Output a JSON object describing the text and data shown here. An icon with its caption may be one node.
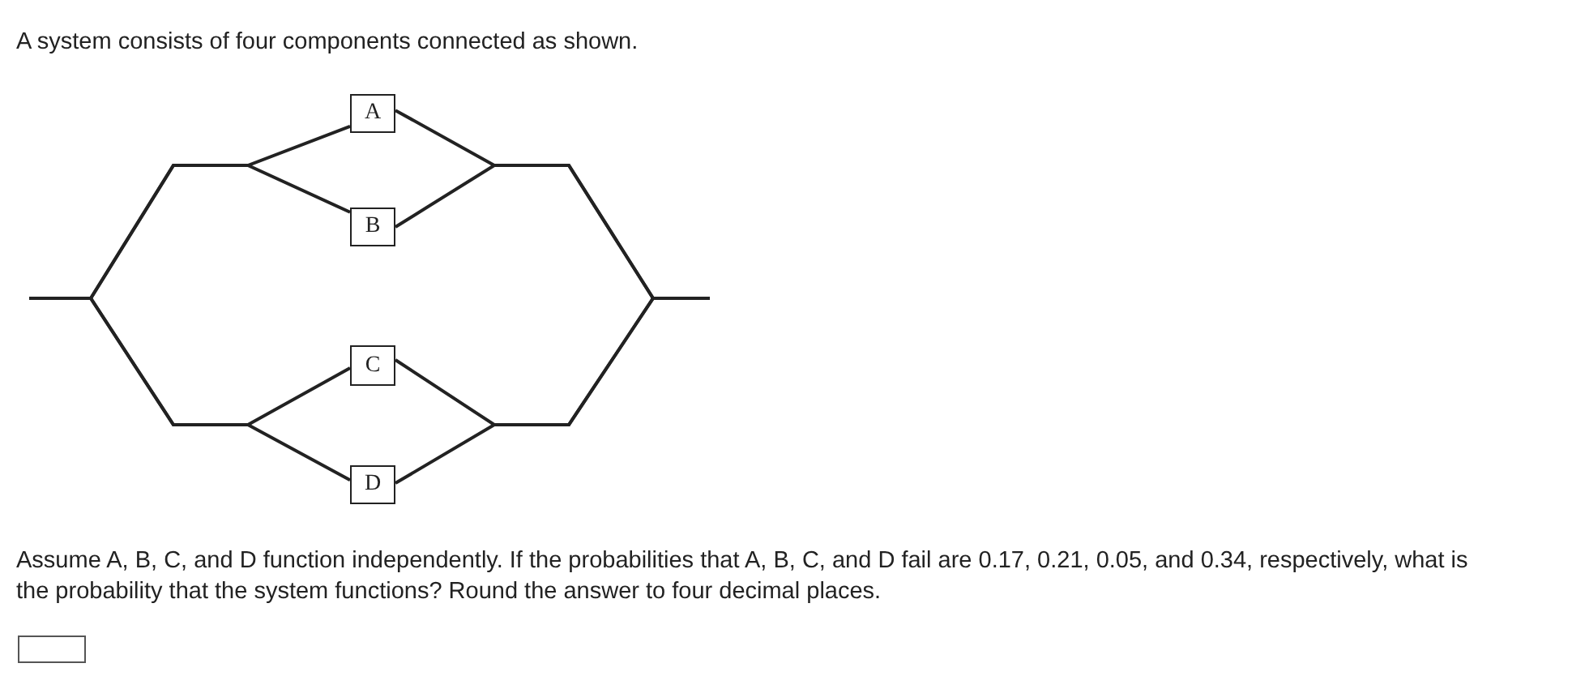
{
  "diagram": {
    "title": "A system consists of four components connected as shown.",
    "nodes": [
      {
        "text": [
          "A"
        ]
      },
      {
        "text": [
          "B"
        ]
      },
      {
        "text": [
          "C"
        ]
      },
      {
        "text": [
          "D"
        ]
      },
      {
        "text": [],
        "shape": "box"
      }
    ],
    "edges": [
      {
        "from": null,
        "to": 0,
        "arrow": "none"
      },
      {
        "from": null,
        "to": 1,
        "arrow": "none"
      },
      {
        "from": null,
        "to": 2,
        "arrow": "none"
      },
      {
        "from": null,
        "to": 3,
        "arrow": "none"
      },
      {
        "from": 0,
        "to": null,
        "arrow": "none"
      },
      {
        "from": 1,
        "to": null,
        "arrow": "none"
      },
      {
        "from": 2,
        "to": null,
        "arrow": "none"
      },
      {
        "from": 3,
        "to": null,
        "arrow": "none"
      }
    ],
    "labels": [
      "Assume A, B, C, and D function independently. If the probabilities that A, B, C, and D fail are 0.17, 0.21, 0.05, and 0.34, respectively, what is the probability that the system functions? Round the answer to four decimal places."
    ]
  }
}
